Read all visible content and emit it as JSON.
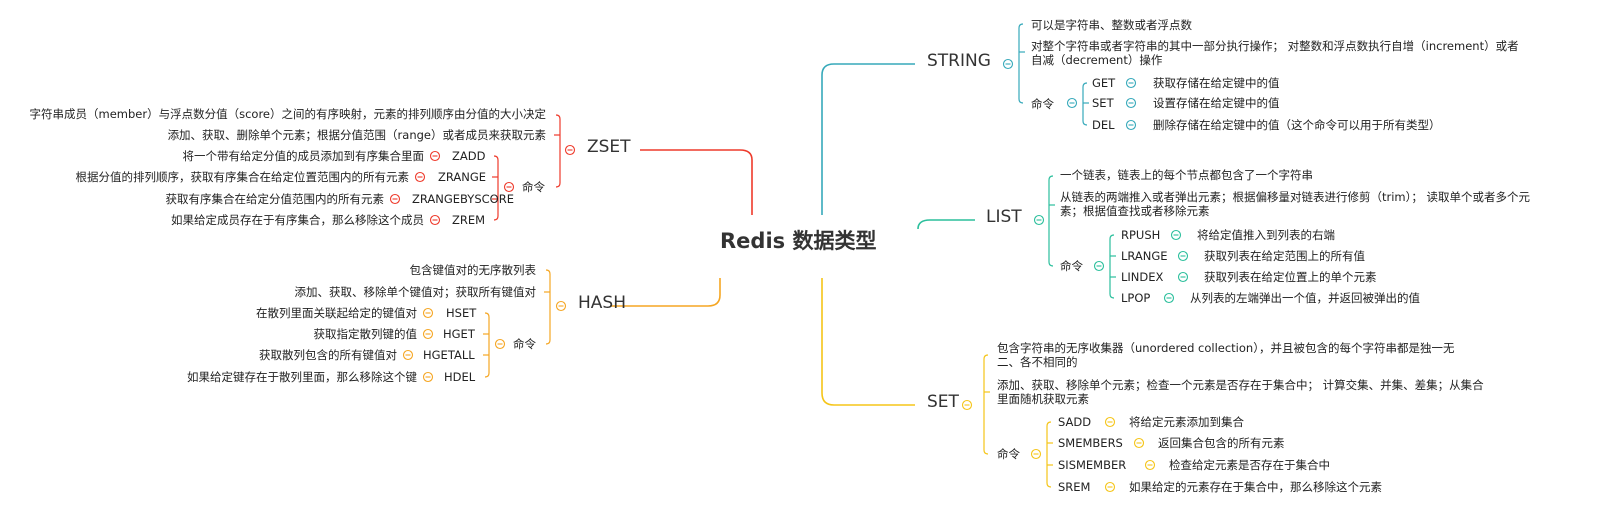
{
  "root": "Redis 数据类型",
  "colors": {
    "string": "#36a9ba",
    "list": "#2bbf9c",
    "set": "#f5c518",
    "zset": "#ee3a2b",
    "hash": "#f5a623"
  },
  "string": {
    "title": "STRING",
    "desc": [
      "可以是字符串、整数或者浮点数",
      "对整个字符串或者字符串的其中一部分执行操作； 对整数和浮点数执行自增（increment）或者自减（decrement）操作"
    ],
    "cmd_label": "命令",
    "commands": [
      {
        "name": "GET",
        "desc": "获取存储在给定键中的值"
      },
      {
        "name": "SET",
        "desc": "设置存储在给定键中的值"
      },
      {
        "name": "DEL",
        "desc": "删除存储在给定键中的值（这个命令可以用于所有类型）"
      }
    ]
  },
  "list": {
    "title": "LIST",
    "desc": [
      "一个链表，链表上的每个节点都包含了一个字符串",
      "从链表的两端推入或者弹出元素；根据偏移量对链表进行修剪（trim）； 读取单个或者多个元素；根据值查找或者移除元素"
    ],
    "cmd_label": "命令",
    "commands": [
      {
        "name": "RPUSH",
        "desc": "将给定值推入到列表的右端"
      },
      {
        "name": "LRANGE",
        "desc": "获取列表在给定范围上的所有值"
      },
      {
        "name": "LINDEX",
        "desc": "获取列表在给定位置上的单个元素"
      },
      {
        "name": "LPOP",
        "desc": "从列表的左端弹出一个值，并返回被弹出的值"
      }
    ]
  },
  "set": {
    "title": "SET",
    "desc": [
      "包含字符串的无序收集器（unordered collection），并且被包含的每个字符串都是独一无二、各不相同的",
      "添加、获取、移除单个元素；检查一个元素是否存在于集合中； 计算交集、并集、差集；从集合里面随机获取元素"
    ],
    "cmd_label": "命令",
    "commands": [
      {
        "name": "SADD",
        "desc": "将给定元素添加到集合"
      },
      {
        "name": "SMEMBERS",
        "desc": "返回集合包含的所有元素"
      },
      {
        "name": "SISMEMBER",
        "desc": "检查给定元素是否存在于集合中"
      },
      {
        "name": "SREM",
        "desc": "如果给定的元素存在于集合中，那么移除这个元素"
      }
    ]
  },
  "zset": {
    "title": "ZSET",
    "desc": [
      "字符串成员（member）与浮点数分值（score）之间的有序映射，元素的排列顺序由分值的大小决定",
      "添加、获取、删除单个元素；根据分值范围（range）或者成员来获取元素"
    ],
    "cmd_label": "命令",
    "commands": [
      {
        "name": "ZADD",
        "desc": "将一个带有给定分值的成员添加到有序集合里面"
      },
      {
        "name": "ZRANGE",
        "desc": "根据分值的排列顺序，获取有序集合在给定位置范围内的所有元素"
      },
      {
        "name": "ZRANGEBYSCORE",
        "desc": "获取有序集合在给定分值范围内的所有元素"
      },
      {
        "name": "ZREM",
        "desc": "如果给定成员存在于有序集合，那么移除这个成员"
      }
    ]
  },
  "hash": {
    "title": "HASH",
    "desc": [
      "包含键值对的无序散列表",
      "添加、获取、移除单个键值对；获取所有键值对"
    ],
    "cmd_label": "命令",
    "commands": [
      {
        "name": "HSET",
        "desc": "在散列里面关联起给定的键值对"
      },
      {
        "name": "HGET",
        "desc": "获取指定散列键的值"
      },
      {
        "name": "HGETALL",
        "desc": "获取散列包含的所有键值对"
      },
      {
        "name": "HDEL",
        "desc": "如果给定键存在于散列里面，那么移除这个键"
      }
    ]
  }
}
